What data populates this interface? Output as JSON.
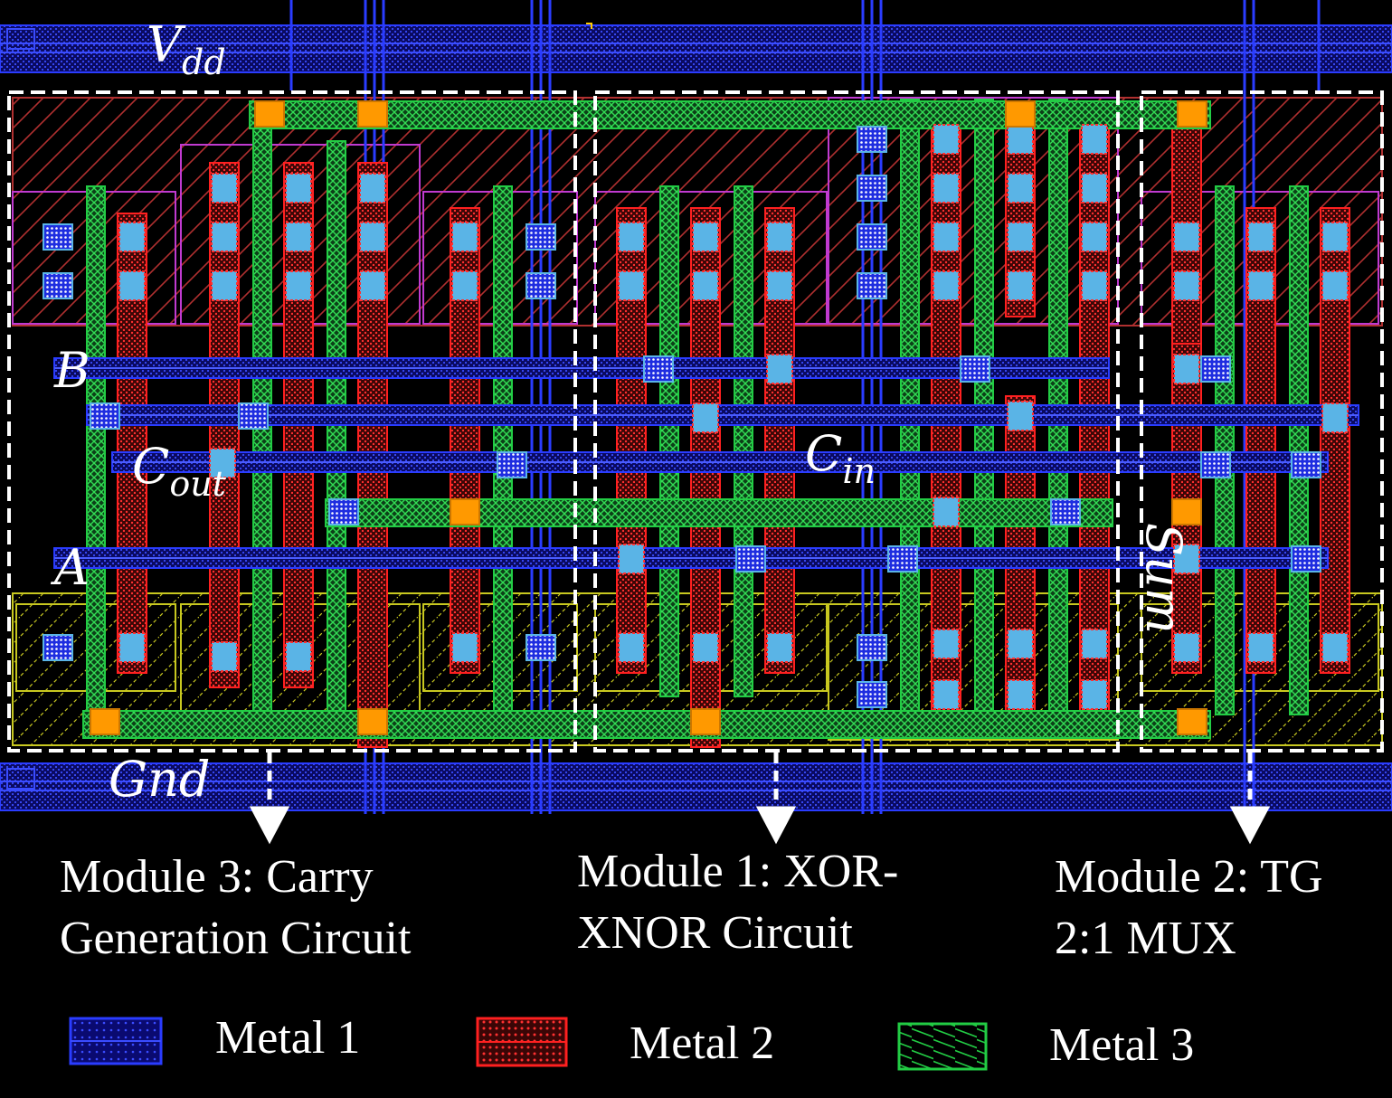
{
  "labels": {
    "vdd_main": "V",
    "vdd_sub": "dd",
    "gnd": "Gnd",
    "b": "B",
    "a": "A",
    "cout_main": "C",
    "cout_sub": "out",
    "cin_main": "C",
    "cin_sub": "in",
    "sum": "Sum"
  },
  "modules": [
    {
      "caption": "Module 3: Carry\nGeneration Circuit"
    },
    {
      "caption": "Module 1: XOR-\nXNOR Circuit"
    },
    {
      "caption": "Module 2: TG\n2:1 MUX"
    }
  ],
  "legend": [
    {
      "label": "Metal 1",
      "color": "#2233ff"
    },
    {
      "label": "Metal 2",
      "color": "#ff2020"
    },
    {
      "label": "Metal 3",
      "color": "#22cc44"
    }
  ],
  "colors": {
    "metal1": "#2233ff",
    "metal2": "#ff2020",
    "metal3": "#22cc44",
    "contact": "#5ab4e6",
    "via": "#ff9900",
    "nwell": "#b03030",
    "pdiff_outline": "#c8c820"
  }
}
